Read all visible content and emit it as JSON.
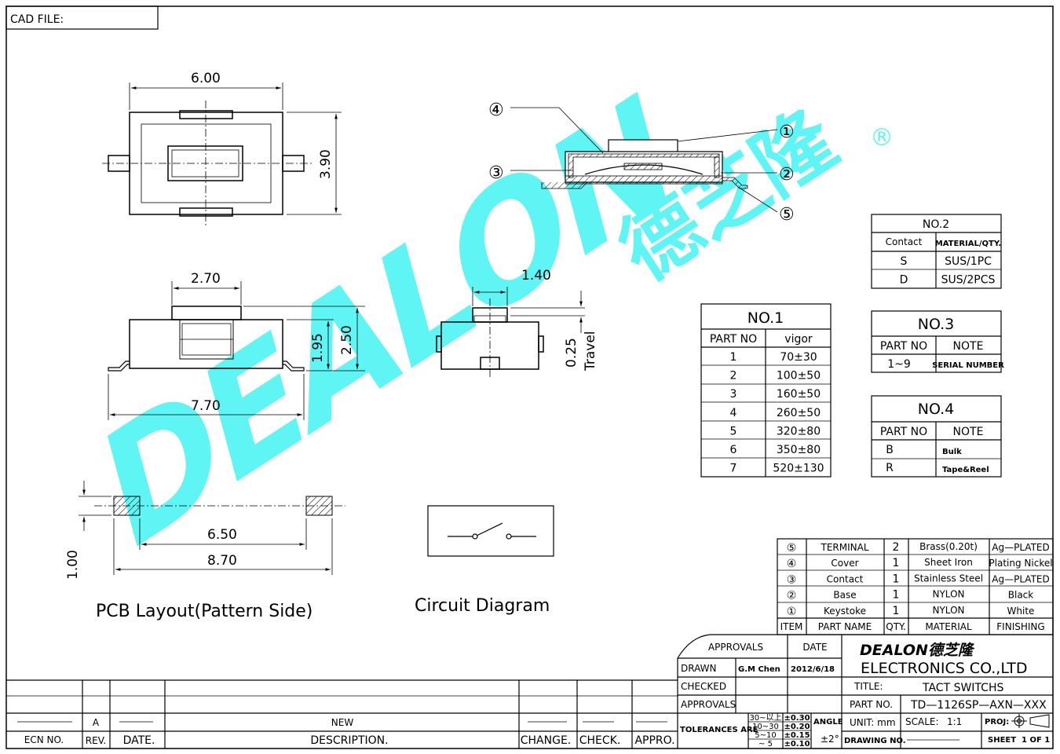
{
  "header": {
    "cad_file": "CAD FILE:"
  },
  "dimensions": {
    "top_width": "6.00",
    "top_height": "3.90",
    "side_button": "2.70",
    "side_h1": "1.95",
    "side_h2": "2.50",
    "side_total": "7.70",
    "end_width": "1.40",
    "travel_value": "0.25",
    "travel_label": "Travel",
    "pcb_inner": "6.50",
    "pcb_outer": "8.70",
    "pcb_height": "1.00"
  },
  "labels": {
    "pcb_layout": "PCB Layout(Pattern Side)",
    "circuit_diagram": "Circuit  Diagram",
    "callouts": [
      "①",
      "②",
      "③",
      "④",
      "⑤"
    ]
  },
  "watermark": {
    "latin": "DEALON",
    "chinese": "德芝隆",
    "reg": "®",
    "color": "#5ff5f5"
  },
  "no1": {
    "title": "NO.1",
    "headers": [
      "PART  NO",
      "vigor"
    ],
    "rows": [
      [
        "1",
        "70±30"
      ],
      [
        "2",
        "100±50"
      ],
      [
        "3",
        "160±50"
      ],
      [
        "4",
        "260±50"
      ],
      [
        "5",
        "320±80"
      ],
      [
        "6",
        "350±80"
      ],
      [
        "7",
        "520±130"
      ]
    ]
  },
  "no2": {
    "title": "NO.2",
    "headers": [
      "Contact",
      "MATERIAL/QTY."
    ],
    "rows": [
      [
        "S",
        "SUS/1PC"
      ],
      [
        "D",
        "SUS/2PCS"
      ]
    ]
  },
  "no3": {
    "title": "NO.3",
    "headers": [
      "PART  NO",
      "NOTE"
    ],
    "rows": [
      [
        "1~9",
        "SERIAL NUMBER"
      ]
    ]
  },
  "no4": {
    "title": "NO.4",
    "headers": [
      "PART  NO",
      "NOTE"
    ],
    "rows": [
      [
        "B",
        "Bulk"
      ],
      [
        "R",
        "Tape&Reel"
      ]
    ]
  },
  "bom": {
    "rows": [
      [
        "⑤",
        "TERMINAL",
        "2",
        "Brass(0.20t)",
        "Ag—PLATED"
      ],
      [
        "④",
        "Cover",
        "1",
        "Sheet  Iron",
        "Plating  Nickel"
      ],
      [
        "③",
        "Contact",
        "1",
        "Stainless  Steel",
        "Ag—PLATED"
      ],
      [
        "②",
        "Base",
        "1",
        "NYLON",
        "Black"
      ],
      [
        "①",
        "Keystoke",
        "1",
        "NYLON",
        "White"
      ]
    ],
    "headers": [
      "ITEM",
      "PART  NAME",
      "QTY.",
      "MATERIAL",
      "FINISHING"
    ]
  },
  "title_block": {
    "approvals": "APPROVALS",
    "date": "DATE",
    "drawn": "DRAWN",
    "drawn_by": "G.M  Chen",
    "drawn_date": "2012/6/18",
    "checked": "CHECKED",
    "approvals2": "APPROVALS",
    "company_logo": "DEALON德芝隆",
    "company": "ELECTRONICS  CO.,LTD",
    "title_label": "TITLE:",
    "title": "TACT  SWITCHS",
    "part_no_label": "PART  NO.",
    "part_no": "TD—1126SP—AXN—XXX",
    "tolerances_label": "TOLERANCES  ARE",
    "tol_ranges": [
      "30~以上",
      "10~30",
      "5~10",
      "~ 5"
    ],
    "tol_values": [
      "±0.30",
      "±0.20",
      "±0.15",
      "±0.10"
    ],
    "angle_label": "ANGLE",
    "angle_value": "±2°",
    "unit": "UNIT:  mm",
    "drawing_no": "DRAWING  NO.",
    "scale_label": "SCALE:",
    "scale": "1:1",
    "proj": "PROJ:",
    "sheet": "SHEET",
    "sheet_of": "1  OF  1"
  },
  "revision": {
    "rev": "A",
    "desc": "NEW",
    "headers": [
      "ECN  NO.",
      "REV.",
      "DATE.",
      "DESCRIPTION.",
      "CHANGE.",
      "CHECK.",
      "APPRO."
    ]
  }
}
